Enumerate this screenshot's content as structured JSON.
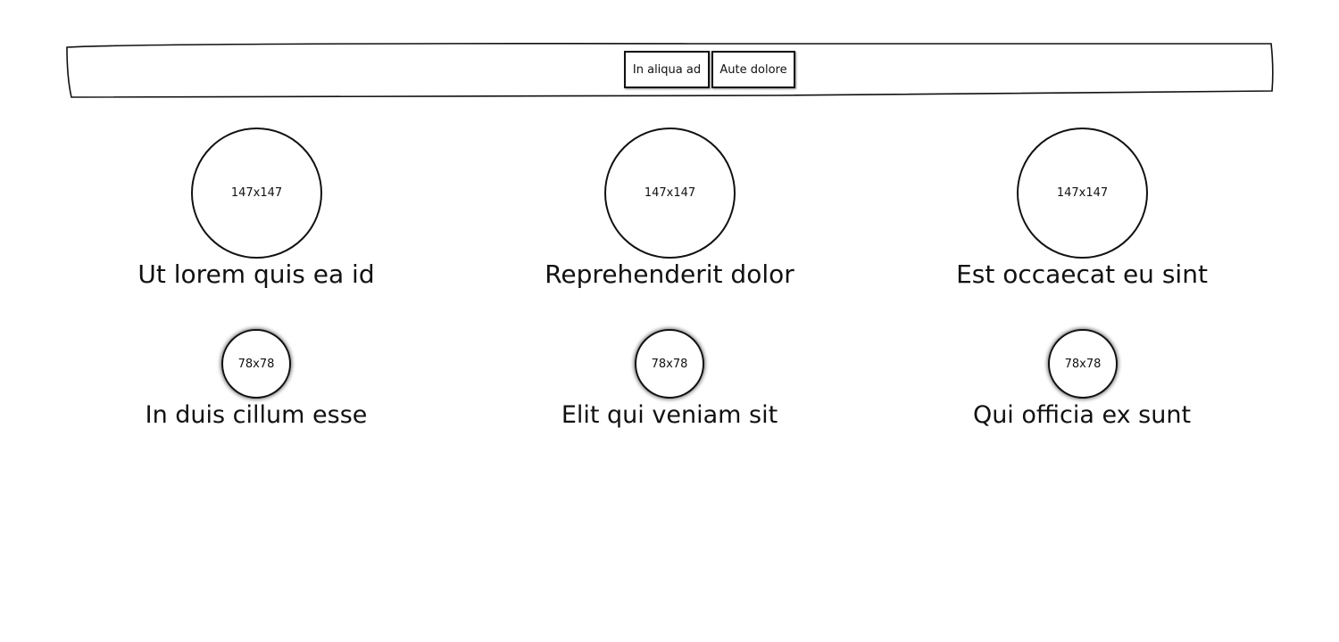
{
  "nav": {
    "buttons": [
      {
        "label": "In aliqua ad"
      },
      {
        "label": "Aute dolore"
      }
    ]
  },
  "columns": [
    {
      "large_image": {
        "placeholder": "147x147",
        "caption": "Ut lorem quis ea id"
      },
      "small_image": {
        "placeholder": "78x78",
        "caption": "In duis cillum esse"
      }
    },
    {
      "large_image": {
        "placeholder": "147x147",
        "caption": "Reprehenderit dolor"
      },
      "small_image": {
        "placeholder": "78x78",
        "caption": "Elit qui veniam sit"
      }
    },
    {
      "large_image": {
        "placeholder": "147x147",
        "caption": "Est occaecat eu sint"
      },
      "small_image": {
        "placeholder": "78x78",
        "caption": "Qui officia ex sunt"
      }
    }
  ]
}
